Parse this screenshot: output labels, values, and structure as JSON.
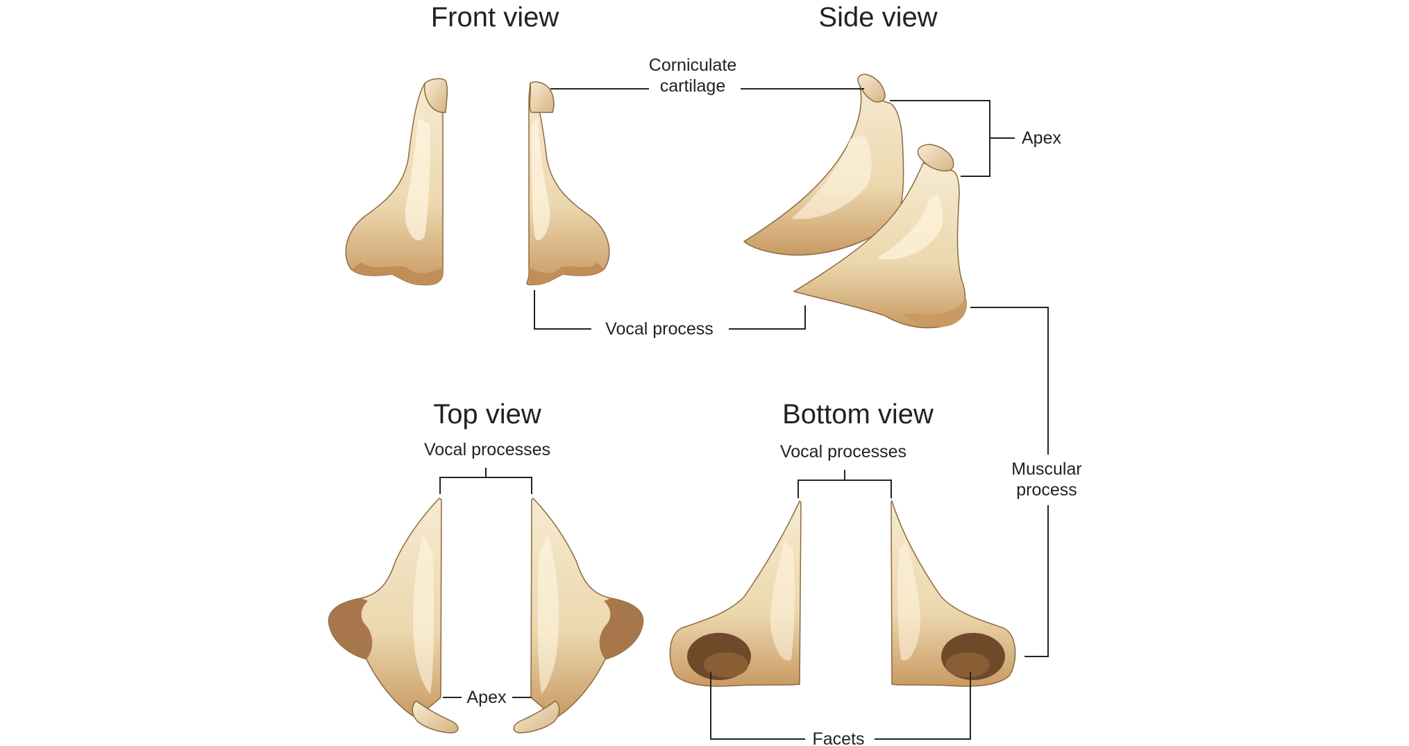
{
  "titles": {
    "front": "Front view",
    "side": "Side view",
    "top": "Top view",
    "bottom": "Bottom view"
  },
  "labels": {
    "corniculate_line1": "Corniculate",
    "corniculate_line2": "cartilage",
    "apex_side": "Apex",
    "vocal_process": "Vocal process",
    "vocal_processes_top": "Vocal processes",
    "vocal_processes_bottom": "Vocal processes",
    "muscular_line1": "Muscular",
    "muscular_line2": "process",
    "apex_top": "Apex",
    "facets": "Facets"
  },
  "colors": {
    "cartilage_light": "#f3e6c6",
    "cartilage_mid": "#e3c99b",
    "cartilage_shadow": "#b98a55",
    "cartilage_dark": "#8a5a2e",
    "facet": "#6e4a2a",
    "leader": "#222222"
  }
}
